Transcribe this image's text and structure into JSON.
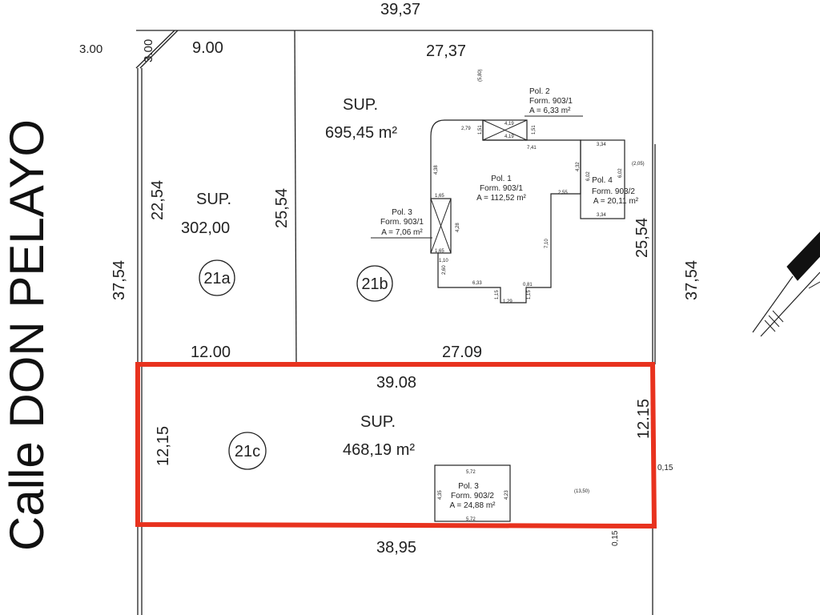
{
  "street": {
    "name": "Calle DON PELAYO"
  },
  "lots": {
    "a": {
      "id": "21a",
      "sup_label": "SUP.",
      "sup_value": "302,00"
    },
    "b": {
      "id": "21b",
      "sup_label": "SUP.",
      "sup_value": "695,45 m²"
    },
    "c": {
      "id": "21c",
      "sup_label": "SUP.",
      "sup_value": "468,19 m²"
    }
  },
  "dimensions": {
    "top_total": "39,37",
    "corner_left": "3.00",
    "corner_cut": "3.00",
    "lot_a_top": "9.00",
    "lot_b_top": "27,37",
    "lot_a_left": "22,54",
    "lot_a_right": "25,54",
    "lot_b_right": "25,54",
    "left_total": "37,54",
    "right_total": "37,54",
    "lot_a_bottom": "12.00",
    "lot_b_bottom": "27.09",
    "lot_c_top": "39.08",
    "lot_c_left": "12,15",
    "lot_c_right": "12.15",
    "bottom_total": "38,95",
    "offset_right": "0,15",
    "offset_bottom": "0,15"
  },
  "polygons": {
    "pol1": {
      "name": "Pol. 1",
      "form": "Form. 903/1",
      "area": "A = 112,52 m²"
    },
    "pol2": {
      "name": "Pol. 2",
      "form": "Form. 903/1",
      "area": "A = 6,33 m²"
    },
    "pol3a": {
      "name": "Pol. 3",
      "form": "Form. 903/1",
      "area": "A = 7,06 m²"
    },
    "pol4": {
      "name": "Pol. 4",
      "form": "Form. 903/2",
      "area": "A = 20,11 m²"
    },
    "pol3c": {
      "name": "Pol. 3",
      "form": "Form. 903/2",
      "area": "A = 24,88 m²"
    }
  },
  "small_dims": {
    "p2_top": "4,19",
    "p2_bottom": "4,19",
    "p2_left": "1,51",
    "p2_right": "1,51",
    "p2_side": "2,79",
    "p1_a": "7,41",
    "p1_b": "4,38",
    "p1_c": "2,55",
    "p1_d": "7,10",
    "p1_e": "6,33",
    "p1_f": "0,81",
    "p1_g": "1,15",
    "p1_h": "1,29",
    "p1_i": "1,15",
    "p1_j": "2,60",
    "p1_k": "1,10",
    "p3_top": "1,65",
    "p3_bottom": "1,65",
    "p3_right": "4,28",
    "p4_top": "3,34",
    "p4_bottom": "3,34",
    "p4_left": "4,32",
    "p4_right": "6,02",
    "p4_inner": "6,02",
    "p4_note": "(2,05)",
    "top_note": "(5,80)",
    "p3c_top": "5,72",
    "p3c_bottom": "5,72",
    "p3c_left": "4,35",
    "p3c_right": "4,23",
    "c_note": "(13,50)"
  },
  "colors": {
    "highlight": "#e8321e",
    "line": "#222222"
  }
}
